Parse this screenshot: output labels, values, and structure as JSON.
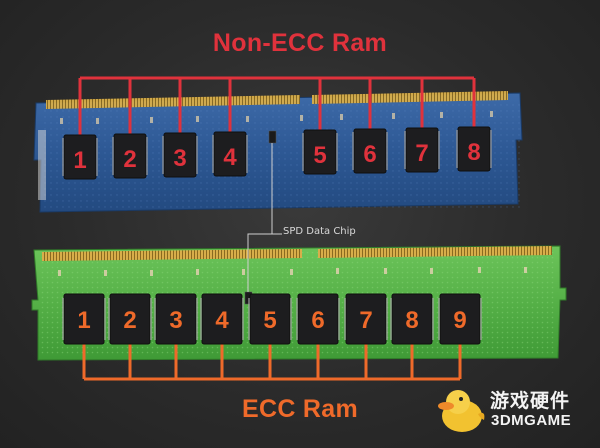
{
  "colors": {
    "background": "#2b2b2b",
    "non_ecc_accent": "#e0323c",
    "ecc_accent": "#ef6a2a",
    "blue_pcb": "#2f5a96",
    "green_pcb": "#5db84e",
    "chip": "#1d1d1f",
    "gold_contacts": "#c8a040",
    "spd_line": "#cfcfcf"
  },
  "non_ecc": {
    "title": "Non-ECC Ram",
    "chips": [
      "1",
      "2",
      "3",
      "4",
      "5",
      "6",
      "7",
      "8"
    ]
  },
  "ecc": {
    "title": "ECC Ram",
    "chips": [
      "1",
      "2",
      "3",
      "4",
      "5",
      "6",
      "7",
      "8",
      "9"
    ]
  },
  "spd_label": "SPD Data Chip",
  "watermark": {
    "cn": "游戏硬件",
    "en": "3DMGAME",
    "icon": "duck-mascot-icon"
  }
}
